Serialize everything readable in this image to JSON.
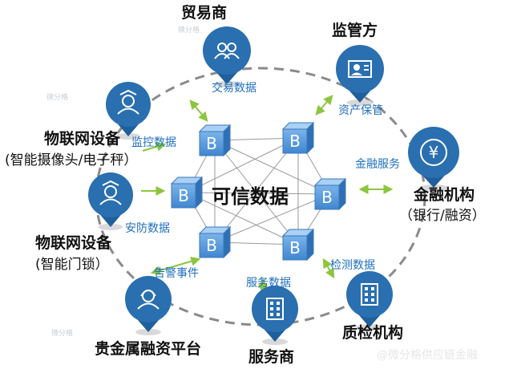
{
  "center": {
    "title": "可信数据",
    "block_letter": "B"
  },
  "nodes": {
    "trader": {
      "label": "贸易商",
      "icon": "people-icon"
    },
    "regulator": {
      "label": "监管方",
      "icon": "folder-profile-icon"
    },
    "finance": {
      "label": "金融机构",
      "sub": "（银行/融资）",
      "icon": "yen-coin-icon"
    },
    "iot_camera": {
      "label": "物联网设备",
      "sub": "(智能摄像头/电子秤）",
      "icon": "camera-person-icon"
    },
    "iot_lock": {
      "label": "物联网设备",
      "sub": "(智能门锁）",
      "icon": "lock-person-icon"
    },
    "metals": {
      "label": "贵金属融资平台",
      "icon": "user-headset-icon"
    },
    "service": {
      "label": "服务商",
      "icon": "building-icon"
    },
    "qc": {
      "label": "质检机构",
      "icon": "building-icon"
    }
  },
  "flows": {
    "trade": "交易数据",
    "asset": "资产保管",
    "finance_service": "金融服务",
    "monitor": "监控数据",
    "security": "安防数据",
    "alarm": "告警事件",
    "service_data": "服务数据",
    "inspection": "检测数据"
  },
  "watermarks": {
    "small": "微分格",
    "brand": "@微分格供应链金融"
  },
  "colors": {
    "pin": "#2a6fb0",
    "pin_dark": "#1f5f9c",
    "cube": "#4f95da",
    "cube_light": "#8fc0ee",
    "flow_text": "#1f6fbf",
    "arrow": "#8cc63f",
    "ring": "#8a8a8a"
  }
}
